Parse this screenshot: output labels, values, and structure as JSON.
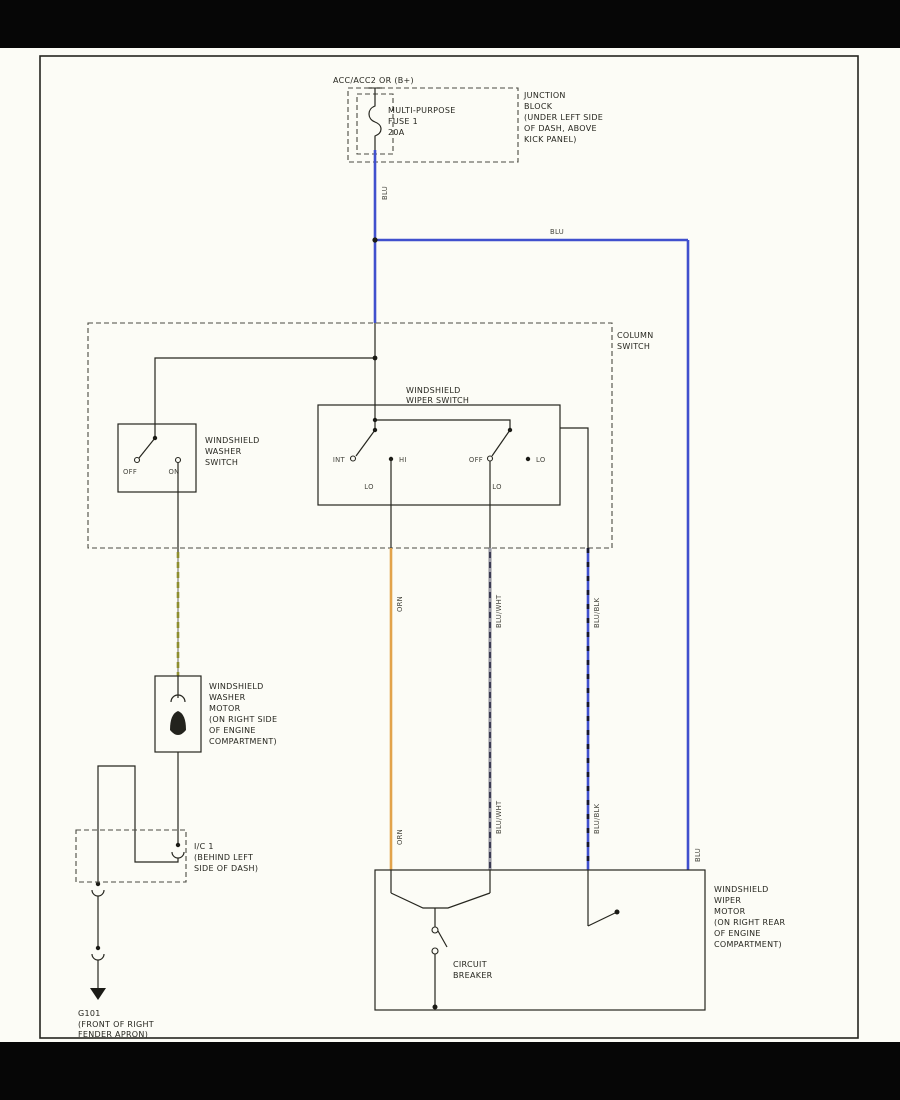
{
  "page": {
    "bar_color": "#060606",
    "paper_color": "#fcfcf6"
  },
  "wire_colors": {
    "blu": "#4050cd",
    "orn": "#e2a34b",
    "blu_wht": "#3b3b52",
    "washer": "#8e8e2d",
    "blk": "#17172c",
    "wht": "#f4f4f4"
  },
  "power_feed": {
    "label": "ACC/ACC2 OR (B+)"
  },
  "fuse": {
    "label_lines": [
      "MULTI-PURPOSE",
      "FUSE 1",
      "20A"
    ]
  },
  "junction_block": {
    "label_lines": [
      "JUNCTION",
      "BLOCK",
      "(UNDER LEFT SIDE",
      "OF DASH, ABOVE",
      "KICK PANEL)"
    ]
  },
  "column_switch": {
    "label_lines": [
      "COLUMN",
      "SWITCH"
    ]
  },
  "washer_switch": {
    "label_lines": [
      "WINDSHIELD",
      "WASHER",
      "SWITCH"
    ],
    "pos_off": "OFF",
    "pos_on": "ON"
  },
  "wiper_switch": {
    "label_lines": [
      "WINDSHIELD",
      "WIPER SWITCH"
    ],
    "pos_int": "INT",
    "pos_hi": "HI",
    "pos_off": "OFF",
    "pos_lo": "LO",
    "out_lo_left": "LO",
    "out_lo_right": "LO"
  },
  "washer_motor": {
    "label_lines": [
      "WINDSHIELD",
      "WASHER",
      "MOTOR",
      "(ON RIGHT SIDE",
      "OF ENGINE",
      "COMPARTMENT)"
    ]
  },
  "ic1": {
    "label_lines": [
      "I/C 1",
      "(BEHIND LEFT",
      "SIDE OF DASH)"
    ]
  },
  "ground_g101": {
    "label_lines": [
      "G101",
      "(FRONT OF RIGHT",
      "FENDER APRON)"
    ]
  },
  "wiper_motor": {
    "label_lines": [
      "WINDSHIELD",
      "WIPER",
      "MOTOR",
      "(ON RIGHT REAR",
      "OF ENGINE",
      "COMPARTMENT)"
    ],
    "breaker_lines": [
      "CIRCUIT",
      "BREAKER"
    ]
  },
  "wire_labels": {
    "blu": "BLU",
    "orn": "ORN",
    "blu_wht": "BLU/WHT",
    "blu_blk": "BLU/BLK"
  }
}
